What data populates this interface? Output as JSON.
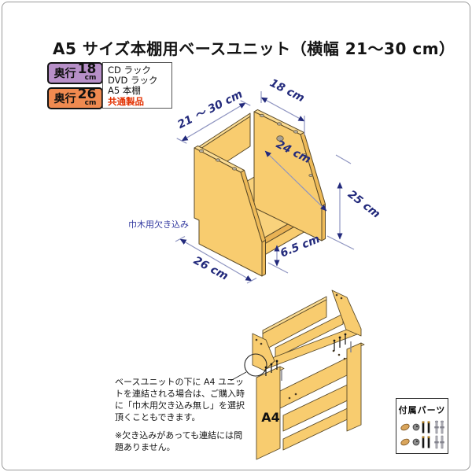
{
  "page": {
    "title": "A5 サイズ本棚用ベースユニット（横幅 21～30 cm）"
  },
  "badges": [
    {
      "label": "奥行",
      "value": "18",
      "unit": "cm",
      "color": "#b78fc8"
    },
    {
      "label": "奥行",
      "value": "26",
      "unit": "cm",
      "color": "#f08a50"
    }
  ],
  "product_list": {
    "items": [
      "CD ラック",
      "DVD ラック",
      "A5 本棚"
    ],
    "highlight": "共通製品",
    "highlight_color": "#e33000"
  },
  "main_diagram": {
    "width_label": "21 ～ 30 cm",
    "top_depth_label": "18 cm",
    "diagonal_label": "24 cm",
    "height_label": "25 cm",
    "gap_label": "6.5 cm",
    "bottom_depth_label": "26 cm",
    "notch_label": "巾木用欠き込み"
  },
  "lower_diagram": {
    "unit_label": "A4",
    "callout": "ベースユニットの下に A4 ユニットを連結される場合は、ご購入時に「巾木用欠き込み無し」を選択頂くこともできます。",
    "callout_note": "※欠き込みがあっても連結には問題ありません。"
  },
  "parts_box": {
    "title": "付属パーツ"
  },
  "colors": {
    "wood": "#f8cc6f",
    "wood_light": "#fbdc93",
    "wood_edge": "#eeba58",
    "outline": "#5a4a28",
    "dimension_line": "#8e94c0",
    "dimension_text": "#232a7c",
    "note_text": "#333aa0"
  }
}
